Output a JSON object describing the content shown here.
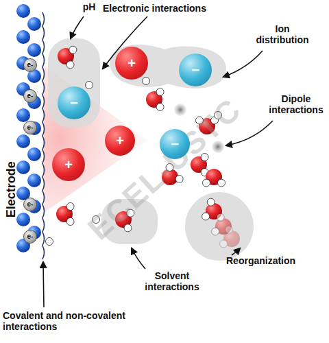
{
  "diagram": {
    "nodes": [
      {
        "text": [
          "+"
        ]
      },
      {
        "text": [
          "−"
        ]
      },
      {
        "text": [
          "−"
        ]
      },
      {
        "text": [
          "+"
        ]
      },
      {
        "text": [
          "+"
        ]
      },
      {
        "text": [
          "−"
        ]
      },
      {
        "text": [
          "e-"
        ]
      },
      {
        "text": [
          "e-"
        ]
      },
      {
        "text": [
          "e-"
        ]
      },
      {
        "text": [
          "e-"
        ]
      },
      {
        "text": [
          "e-"
        ]
      }
    ],
    "labels": [
      "pH",
      "Electronic interactions",
      "Ion distribution",
      "Dipole interactions",
      "Reorganization",
      "Solvent interactions",
      "Covalent and non-covalent interactions",
      "Electrode",
      "ECEL-USTC"
    ]
  }
}
